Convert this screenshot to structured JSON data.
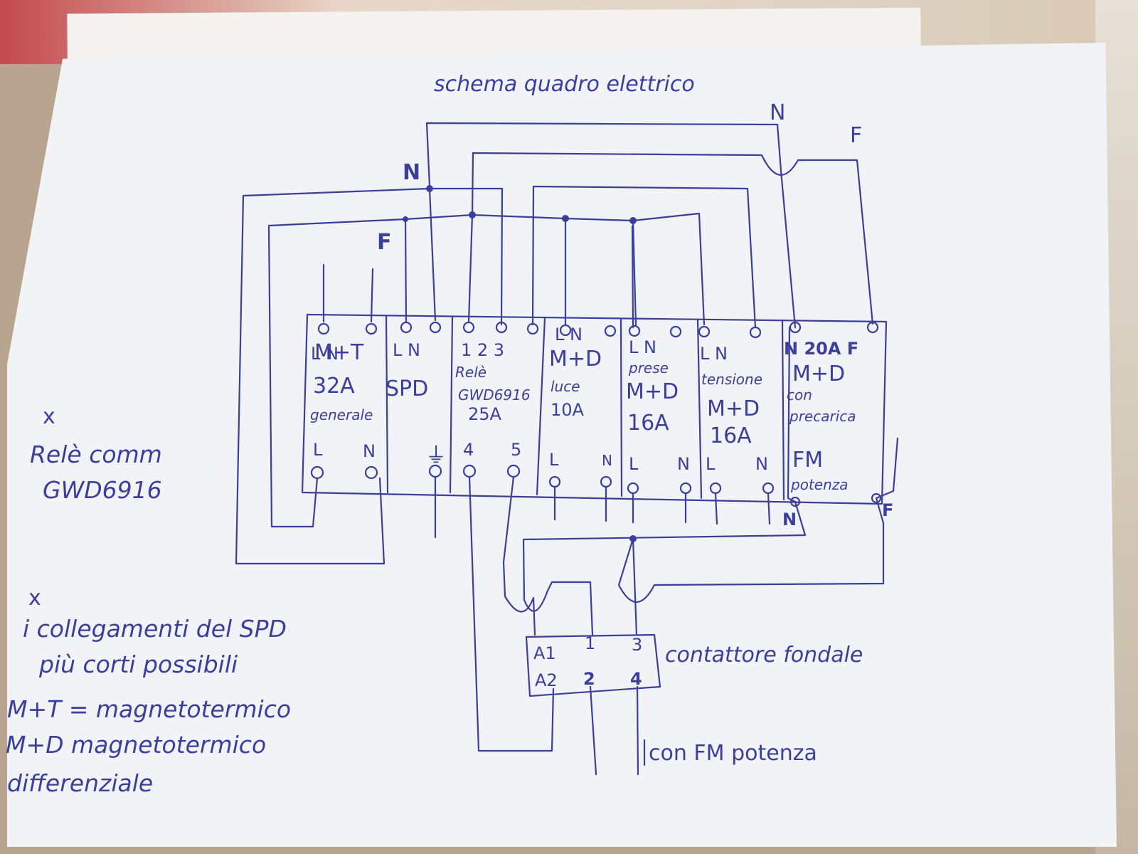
{
  "title": "schema quadro elettrico",
  "bus_labels": {
    "top_n": "N",
    "top_f": "F",
    "left_n": "N",
    "left_f": "F",
    "bottom_n": "N",
    "bottom_f": "F"
  },
  "modules": [
    {
      "top_terms": "L  N",
      "lines": [
        "M+T",
        "32A",
        "generale"
      ],
      "bottom_terms": [
        "L",
        "N"
      ]
    },
    {
      "top_terms": "L  N",
      "lines": [
        "SPD"
      ],
      "bottom_terms": [
        "⏚"
      ]
    },
    {
      "top_terms": "1  2  3",
      "lines": [
        "Relè",
        "GWD6916",
        "25A"
      ],
      "bottom_terms": [
        "4",
        "5"
      ]
    },
    {
      "top_terms": "L  N",
      "lines": [
        "M+D",
        "luce",
        "10A"
      ],
      "bottom_terms": [
        "L",
        "N"
      ]
    },
    {
      "top_terms": "L  N",
      "lines": [
        "prese",
        "M+D",
        "16A"
      ],
      "bottom_terms": [
        "L",
        "N"
      ]
    },
    {
      "top_terms": "L  N",
      "lines": [
        "tensione",
        "M+D",
        "16A"
      ],
      "bottom_terms": [
        "L",
        "N"
      ]
    },
    {
      "top_terms": "N   20A   F",
      "lines": [
        "M+D",
        "con",
        "precarica",
        "FM",
        "potenza"
      ],
      "bottom_terms": [
        "N",
        "F"
      ]
    }
  ],
  "contactor": {
    "label": "contattore fondale",
    "terms_top": [
      "A1",
      "1",
      "3"
    ],
    "terms_bottom": [
      "A2",
      "2",
      "4"
    ]
  },
  "output_label": "con FM potenza",
  "notes": {
    "relay": [
      "x",
      "Relè comm",
      "GWD6916"
    ],
    "spd": [
      "x",
      "i collegamenti del SPD",
      "più corti possibili"
    ],
    "legend": [
      "M+T = magnetotermico",
      "M+D magnetotermico",
      "differenziale"
    ]
  }
}
